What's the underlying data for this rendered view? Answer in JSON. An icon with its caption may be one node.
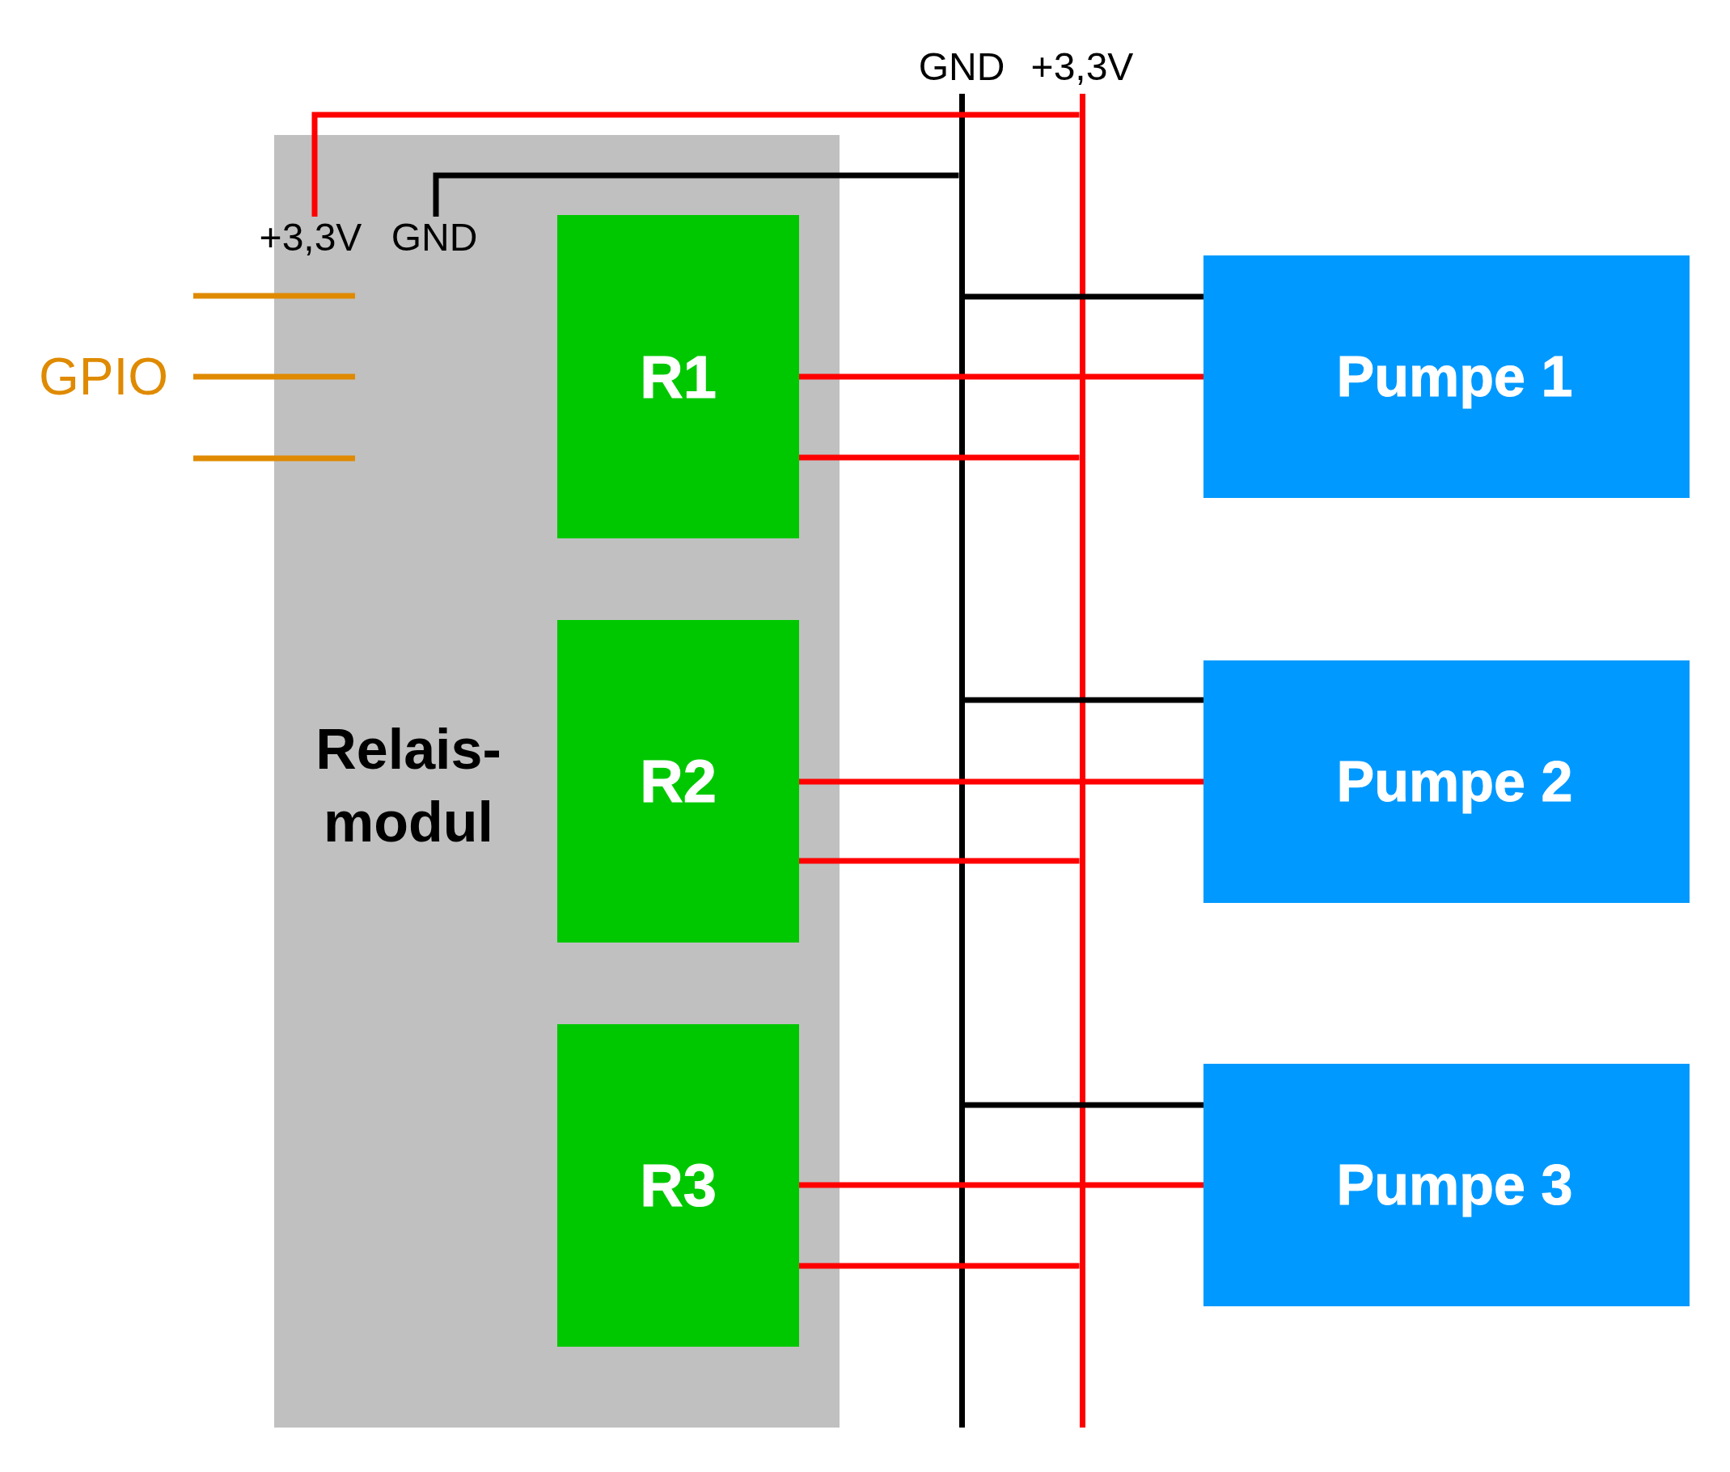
{
  "diagram": {
    "nodes": [
      {
        "text": [
          "GND"
        ]
      },
      {
        "text": [
          "+3,3V"
        ]
      },
      {
        "text": [
          "Relais- modul"
        ]
      },
      {
        "text": [
          "+3,3V"
        ]
      },
      {
        "text": [
          "GND"
        ],
        "in": 2
      },
      {
        "text": [
          "R1"
        ],
        "in": 2
      },
      {
        "text": [
          "R2"
        ],
        "in": 2
      },
      {
        "text": [
          "R3"
        ],
        "in": 2
      },
      {
        "text": [
          "Pumpe 1"
        ]
      },
      {
        "text": [
          "Pumpe 2"
        ]
      },
      {
        "text": [
          "Pumpe 3"
        ]
      }
    ],
    "edges": [
      {
        "from": 1,
        "to": 3,
        "arrow": "none"
      },
      {
        "from": 0,
        "to": 4,
        "arrow": "none",
        "color": "#000000"
      },
      {
        "from": 0,
        "to": 8,
        "arrow": "none",
        "color": "#000000"
      },
      {
        "from": 5,
        "to": 8,
        "arrow": "none"
      },
      {
        "from": 5,
        "to": 1,
        "arrow": "none"
      },
      {
        "from": 0,
        "to": 9,
        "arrow": "none",
        "color": "#000000"
      },
      {
        "from": 6,
        "to": 9,
        "arrow": "none"
      },
      {
        "from": 6,
        "to": 1,
        "arrow": "none"
      },
      {
        "from": 0,
        "to": 10,
        "arrow": "none",
        "color": "#000000"
      },
      {
        "from": 7,
        "to": 10,
        "arrow": "none"
      },
      {
        "from": 7,
        "to": 1,
        "arrow": "none"
      }
    ],
    "labels": [
      "GPIO"
    ]
  }
}
